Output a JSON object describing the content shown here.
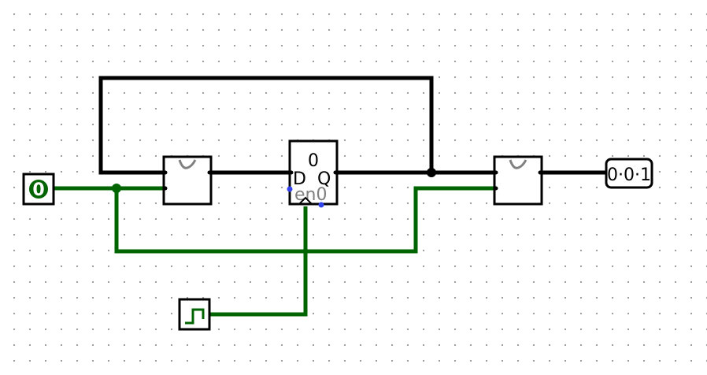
{
  "app": {
    "title": ""
  },
  "colors": {
    "wire_bus": "#000000",
    "wire_one_bit": "#006400",
    "pin_dot": "#3344ee",
    "enable_label": "#808080",
    "component_stroke": "#000000",
    "component_fill": "#ffffff",
    "mux_glyph": "#808080"
  },
  "input_pin": {
    "value": "0",
    "icon": "input-pin"
  },
  "clock": {
    "icon": "clock-square-wave-icon"
  },
  "register": {
    "value": "0",
    "d_label": "D",
    "q_label": "Q",
    "en_label": "en0"
  },
  "mux_left": {
    "icon": "multiplexer-icon"
  },
  "mux_right": {
    "icon": "multiplexer-icon"
  },
  "output_probe": {
    "value": "0·0·1"
  }
}
